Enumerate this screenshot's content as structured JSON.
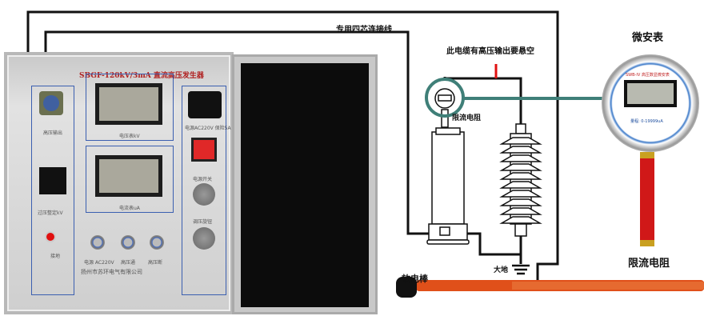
{
  "labels": {
    "cable": "专用四芯连接线",
    "hv_note": "此电缆有高压输出要悬空",
    "resistor_small": "限流电阻",
    "ground": "大地",
    "discharge_rod": "放电棒",
    "microammeter": "微安表",
    "resistor": "限流电阻"
  },
  "device": {
    "title": "SBGF-120kV/3mA 直流高压发生器",
    "hv_output": "高压输出",
    "voltmeter": "电压表kV",
    "ammeter": "电流表uA",
    "overvoltage": "过压整定kV",
    "ground": "接地",
    "power_socket": "电源AC220V 保险5A",
    "btn1": "电源 AC220V",
    "btn2": "高压通",
    "btn3": "高压断",
    "knob1": "电源开关",
    "knob2": "调压旋钮",
    "maker": "扬州市苏环电气有限公司"
  },
  "meter": {
    "model": "SWB-IV 高压数显微安表",
    "range": "量程: 0-19999uA"
  },
  "colors": {
    "wire": "#111111",
    "teal": "#3f7f78",
    "red": "#e01010",
    "rod": "#e0501a"
  }
}
